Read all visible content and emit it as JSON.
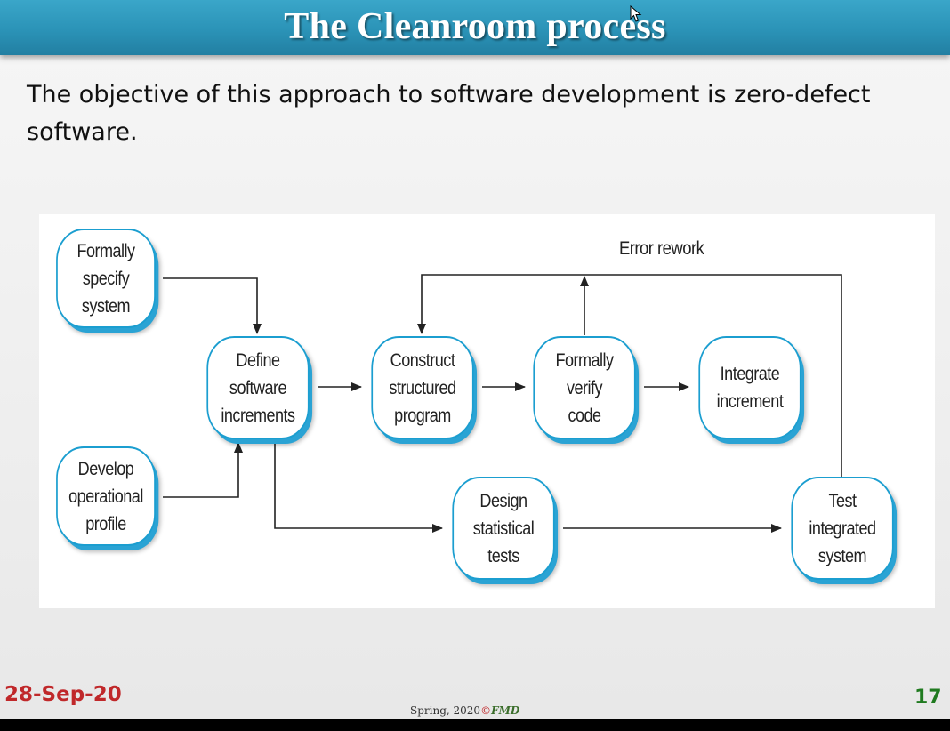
{
  "slide": {
    "title": "The Cleanroom process",
    "objective": "The objective of this approach to software development is zero-defect software."
  },
  "diagram": {
    "nodes": [
      {
        "id": "formally-specify",
        "lines": [
          "Formally",
          "specify",
          "system"
        ]
      },
      {
        "id": "develop-profile",
        "lines": [
          "Develop",
          "operational",
          "profile"
        ]
      },
      {
        "id": "define-increments",
        "lines": [
          "Define",
          "software",
          "increments"
        ]
      },
      {
        "id": "construct-program",
        "lines": [
          "Construct",
          "structured",
          "program"
        ]
      },
      {
        "id": "verify-code",
        "lines": [
          "Formally",
          "verify",
          "code"
        ]
      },
      {
        "id": "integrate-increment",
        "lines": [
          "Integrate",
          "increment"
        ]
      },
      {
        "id": "design-tests",
        "lines": [
          "Design",
          "statistical",
          "tests"
        ]
      },
      {
        "id": "test-system",
        "lines": [
          "Test",
          "integrated",
          "system"
        ]
      }
    ],
    "edge_labels": {
      "error_rework": "Error rework"
    }
  },
  "footer": {
    "date": "28-Sep-20",
    "term": "Spring, 2020",
    "copyright": "©",
    "author": "FMD",
    "page": "17"
  },
  "colors": {
    "title_bar": "#2b93b7",
    "node_border": "#1b9ed0",
    "date": "#c0282a",
    "page": "#1f7a1f"
  }
}
